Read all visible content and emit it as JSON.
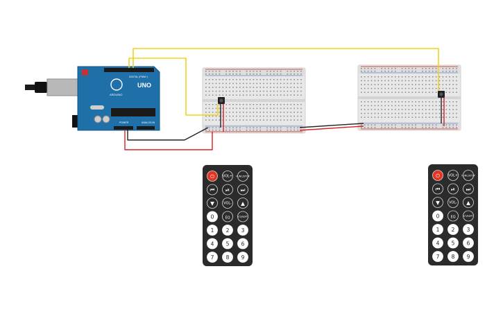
{
  "arduino": {
    "brand": "UNO",
    "logo_text": "ARDUINO",
    "digital_label": "DIGITAL (PWM~)",
    "power_label": "POWER",
    "analog_label": "ANALOG IN",
    "icon": "arduino-board-icon"
  },
  "remote": {
    "buttons": [
      {
        "id": "power",
        "label": "⏻"
      },
      {
        "id": "vol-plus",
        "label": "VOL+"
      },
      {
        "id": "func-stop",
        "label": "FUNC/STOP"
      },
      {
        "id": "rewind",
        "label": "⏮"
      },
      {
        "id": "play-pause",
        "label": "⏯"
      },
      {
        "id": "fast-forward",
        "label": "⏭"
      },
      {
        "id": "down",
        "label": "▼"
      },
      {
        "id": "vol-minus",
        "label": "VOL-"
      },
      {
        "id": "up",
        "label": "▲"
      },
      {
        "id": "zero",
        "label": "0"
      },
      {
        "id": "eq",
        "label": "EQ"
      },
      {
        "id": "st-rept",
        "label": "ST/REPT"
      },
      {
        "id": "one",
        "label": "1"
      },
      {
        "id": "two",
        "label": "2"
      },
      {
        "id": "three",
        "label": "3"
      },
      {
        "id": "four",
        "label": "4"
      },
      {
        "id": "five",
        "label": "5"
      },
      {
        "id": "six",
        "label": "6"
      },
      {
        "id": "seven",
        "label": "7"
      },
      {
        "id": "eight",
        "label": "8"
      },
      {
        "id": "nine",
        "label": "9"
      }
    ]
  },
  "colors": {
    "wire_signal": "#f2d21b",
    "wire_gnd": "#222222",
    "wire_vcc": "#d42222",
    "board": "#1f6fa8",
    "breadboard": "#e6e6e6",
    "remote": "#2b2b2b",
    "power_button": "#e53322"
  }
}
